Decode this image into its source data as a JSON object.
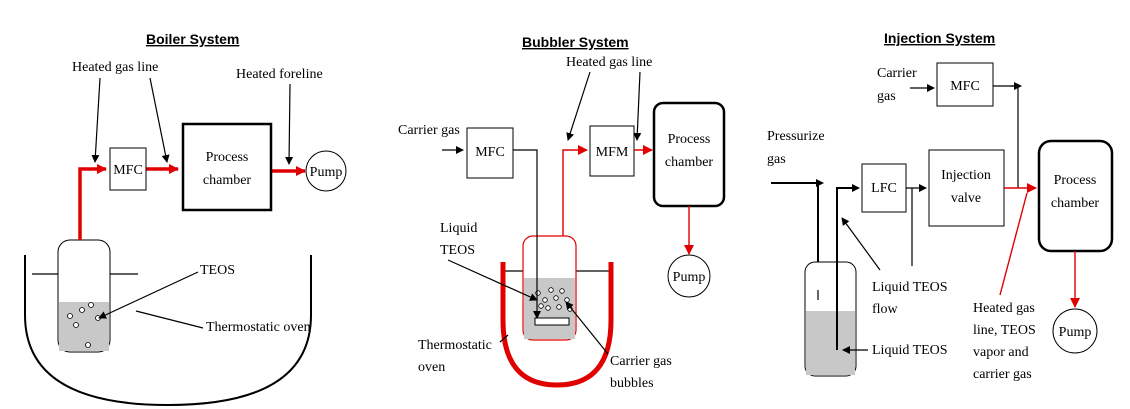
{
  "boiler": {
    "title": "Boiler System",
    "heated_gas_line": "Heated gas line",
    "heated_foreline": "Heated foreline",
    "mfc": "MFC",
    "process_chamber_line1": "Process",
    "process_chamber_line2": "chamber",
    "pump": "Pump",
    "teos": "TEOS",
    "thermostatic_oven": "Thermostatic oven"
  },
  "bubbler": {
    "title": "Bubbler System",
    "heated_gas_line": "Heated gas line",
    "carrier_gas": "Carrier gas",
    "mfc": "MFC",
    "mfm": "MFM",
    "process_chamber_line1": "Process",
    "process_chamber_line2": "chamber",
    "pump": "Pump",
    "liquid_teos_line1": "Liquid",
    "liquid_teos_line2": "TEOS",
    "thermostatic_oven_line1": "Thermostatic",
    "thermostatic_oven_line2": "oven",
    "carrier_gas_bubbles_line1": "Carrier gas",
    "carrier_gas_bubbles_line2": "bubbles"
  },
  "injection": {
    "title": "Injection System",
    "carrier_gas_line1": "Carrier",
    "carrier_gas_line2": "gas",
    "mfc": "MFC",
    "pressurize_gas_line1": "Pressurize",
    "pressurize_gas_line2": "gas",
    "lfc": "LFC",
    "injection_valve_line1": "Injection",
    "injection_valve_line2": "valve",
    "process_chamber_line1": "Process",
    "process_chamber_line2": "chamber",
    "liquid_teos_flow_line1": "Liquid TEOS",
    "liquid_teos_flow_line2": "flow",
    "liquid_teos": "Liquid TEOS",
    "heated_gas_note_line1": "Heated gas",
    "heated_gas_note_line2": "line, TEOS",
    "heated_gas_note_line3": "vapor and",
    "heated_gas_note_line4": "carrier gas",
    "pump": "Pump"
  }
}
